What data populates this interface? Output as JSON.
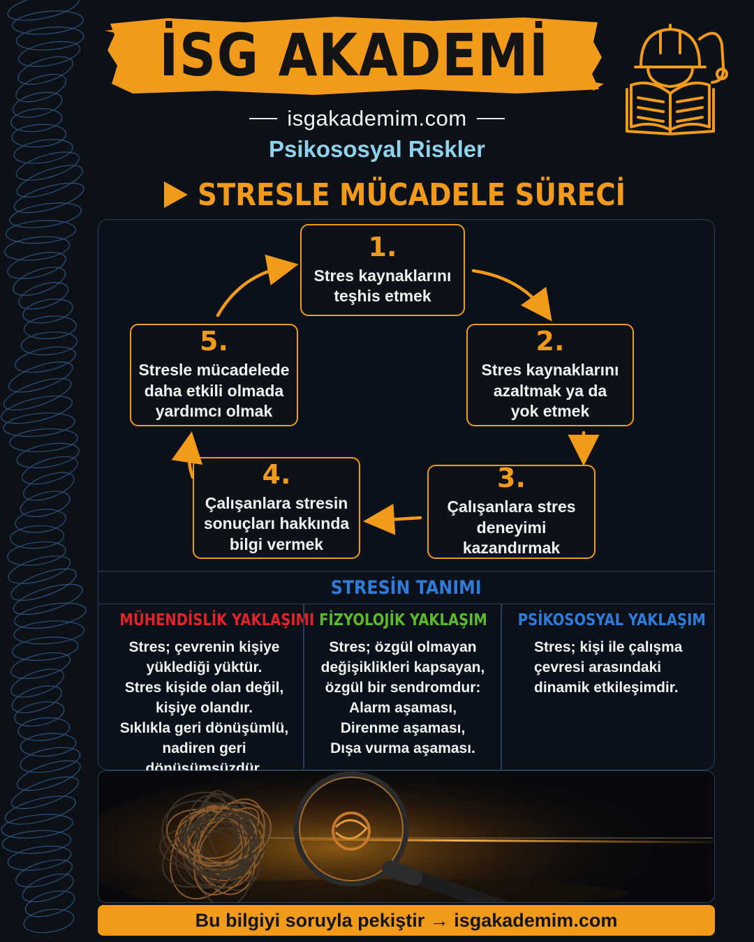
{
  "header": {
    "brand": "İSG AKADEMİ",
    "website": "isgakademim.com",
    "subtitle": "Psikososyal Riskler",
    "process_title": "STRESLE MÜCADELE SÜRECİ"
  },
  "steps": [
    {
      "number": "1.",
      "text": "Stres kaynaklarını\nteşhis etmek"
    },
    {
      "number": "2.",
      "text": "Stres kaynaklarını\nazaltmak ya da\nyok etmek"
    },
    {
      "number": "3.",
      "text": "Çalışanlara stres\ndeneyimi kazandırmak"
    },
    {
      "number": "4.",
      "text": "Çalışanlara stresin\nsonuçları hakkında\nbilgi vermek"
    },
    {
      "number": "5.",
      "text": "Stresle mücadelede\ndaha etkili olmada\nyardımcı olmak"
    }
  ],
  "definition": {
    "title": "STRESİN TANIMI",
    "columns": [
      {
        "heading": "MÜHENDİSLİK YAKLAŞIMI",
        "color": "#e0242a",
        "text": "Stres; çevrenin kişiye\nyüklediği yüktür.\nStres kişide olan değil,\nkişiye olandır.\nSıklıkla geri dönüşümlü,\nnadiren geri dönüşümsüzdür."
      },
      {
        "heading": "FİZYOLOJİK YAKLAŞIM",
        "color": "#5cb82e",
        "text": "Stres; özgül olmayan\ndeğişiklikleri kapsayan,\nözgül bir sendromdur:\nAlarm aşaması,\nDirenme aşaması,\nDışa vurma aşaması."
      },
      {
        "heading": "PSİKOSOSYAL YAKLAŞIM",
        "color": "#2f7bd8",
        "text": "Stres; kişi ile çalışma\nçevresi arasındaki\ndinamik etkileşimdir."
      }
    ]
  },
  "footer": {
    "text": "Bu bilgiyi soruyla pekiştir → isgakademim.com"
  },
  "colors": {
    "accent": "#f29a1a",
    "background": "#0b1117",
    "subtitle": "#8ed3ee"
  },
  "icons": {
    "logo": "helmet-book-stethoscope-icon",
    "illustration": "tangled-yarn-magnifier"
  }
}
